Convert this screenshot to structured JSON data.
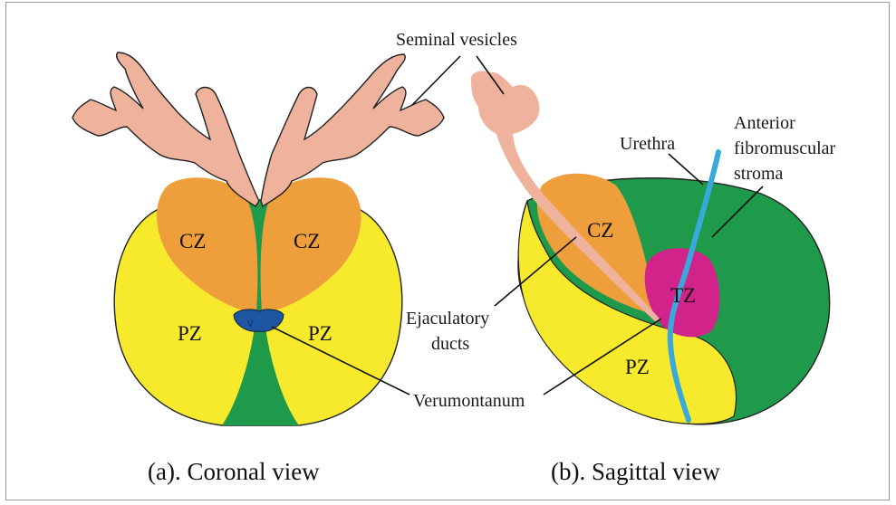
{
  "labels": {
    "seminal_vesicles": "Seminal vesicles",
    "urethra": "Urethra",
    "anterior_line1": "Anterior",
    "anterior_line2": "fibromuscular",
    "anterior_line3": "stroma",
    "ejaculatory_line1": "Ejaculatory",
    "ejaculatory_line2": "ducts",
    "verumontanum": "Verumontanum"
  },
  "zones": {
    "cz": "CZ",
    "pz": "PZ",
    "tz": "TZ",
    "v": "V"
  },
  "captions": {
    "coronal": "(a). Coronal view",
    "sagittal": "(b). Sagittal view"
  },
  "colors": {
    "peripheral_zone": "#f7ea2c",
    "central_zone": "#ee9f3c",
    "stroma": "#1f9a4a",
    "transition_zone": "#d2238b",
    "urethra": "#39a9dc",
    "verumontanum": "#1f56a4",
    "seminal_vesicles": "#efb39d"
  }
}
